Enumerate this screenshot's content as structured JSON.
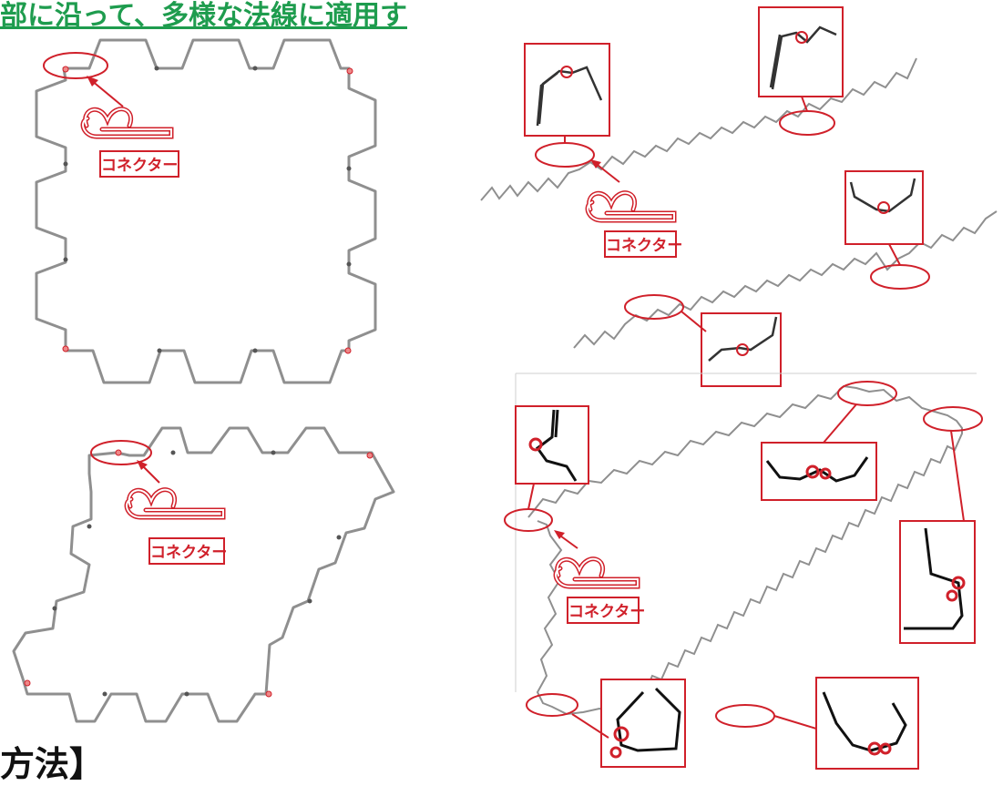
{
  "heading": "部に沿って、多様な法線に適用す",
  "footer": "方法】",
  "connector_label": "コネクター",
  "colors": {
    "accent_red": "#d0202a",
    "wire_gray": "#8f8f8f",
    "wire_dark": "#222222",
    "heading_green": "#1e9c4e"
  }
}
